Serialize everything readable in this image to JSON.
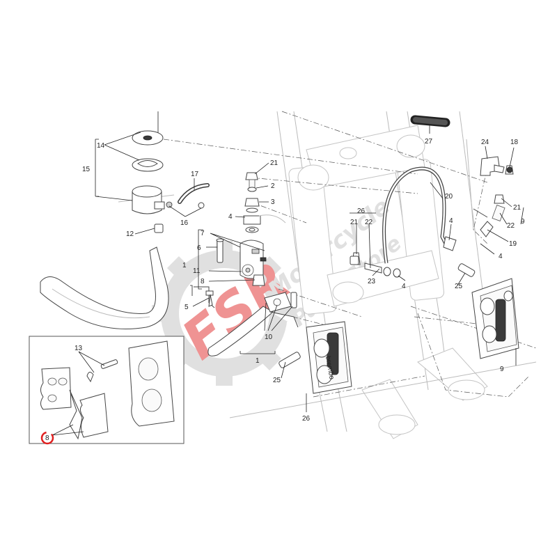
{
  "watermark": {
    "brand": "FSR",
    "line1": "Motorcycle",
    "line2": "Parts Store",
    "accent_color": "#e23b3b",
    "gray_color": "#c8c8c8"
  },
  "colors": {
    "line": "#222222",
    "hose": "#3a3a3a",
    "inset_border": "#555555",
    "callout_highlight": "#e02020"
  },
  "callouts": {
    "c14": "14",
    "c15": "15",
    "c17": "17",
    "c16": "16",
    "c12": "12",
    "c21a": "21",
    "c2": "2",
    "c3": "3",
    "c4a": "4",
    "c7": "7",
    "c6": "6",
    "c1a": "1",
    "c11": "11",
    "c8a": "8",
    "c5": "5",
    "c10": "10",
    "c1b": "1",
    "c26a": "26",
    "c21b": "21",
    "c22a": "22",
    "c23": "23",
    "c4b": "4",
    "c20": "20",
    "c4c": "4",
    "c27": "27",
    "c24": "24",
    "c18": "18",
    "c21c": "21",
    "c22b": "22",
    "c9a": "9",
    "c19": "19",
    "c4d": "4",
    "c25a": "25",
    "c9b": "9",
    "c25b": "25",
    "c26b": "26",
    "c13": "13",
    "c8b": "8"
  }
}
